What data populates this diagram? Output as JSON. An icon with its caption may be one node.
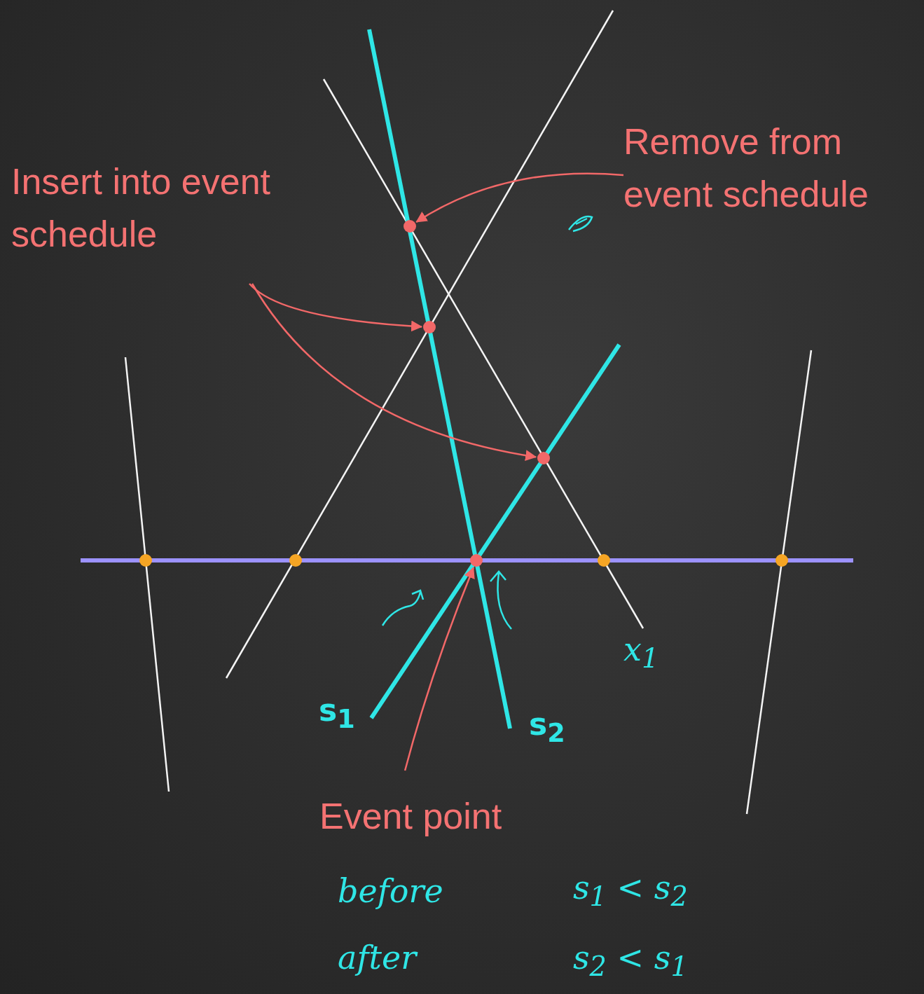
{
  "diagram": {
    "nodes": [
      {
        "text": [
          "Remove from event schedule"
        ]
      },
      {
        "text": [
          "Insert into event schedule"
        ]
      },
      {
        "text": [],
        "shape": "circle"
      },
      {
        "text": [],
        "shape": "circle"
      },
      {
        "text": [],
        "shape": "circle"
      },
      {
        "text": [],
        "shape": "circle"
      },
      {
        "text": [
          "Event point"
        ]
      }
    ],
    "edges": [
      {
        "from": 0,
        "to": 2,
        "arrow": "to"
      },
      {
        "from": 1,
        "to": 3,
        "arrow": "to"
      },
      {
        "from": 1,
        "to": 4,
        "arrow": "to"
      },
      {
        "from": 6,
        "to": 5,
        "arrow": "to"
      }
    ],
    "labels": [
      "s$_{1}$",
      "s$_{2}$",
      "x$_{1}$",
      "before",
      "s$_{1}$ < s$_{2}$",
      "after",
      "s$_{2}$ < s$_{1}$"
    ]
  }
}
